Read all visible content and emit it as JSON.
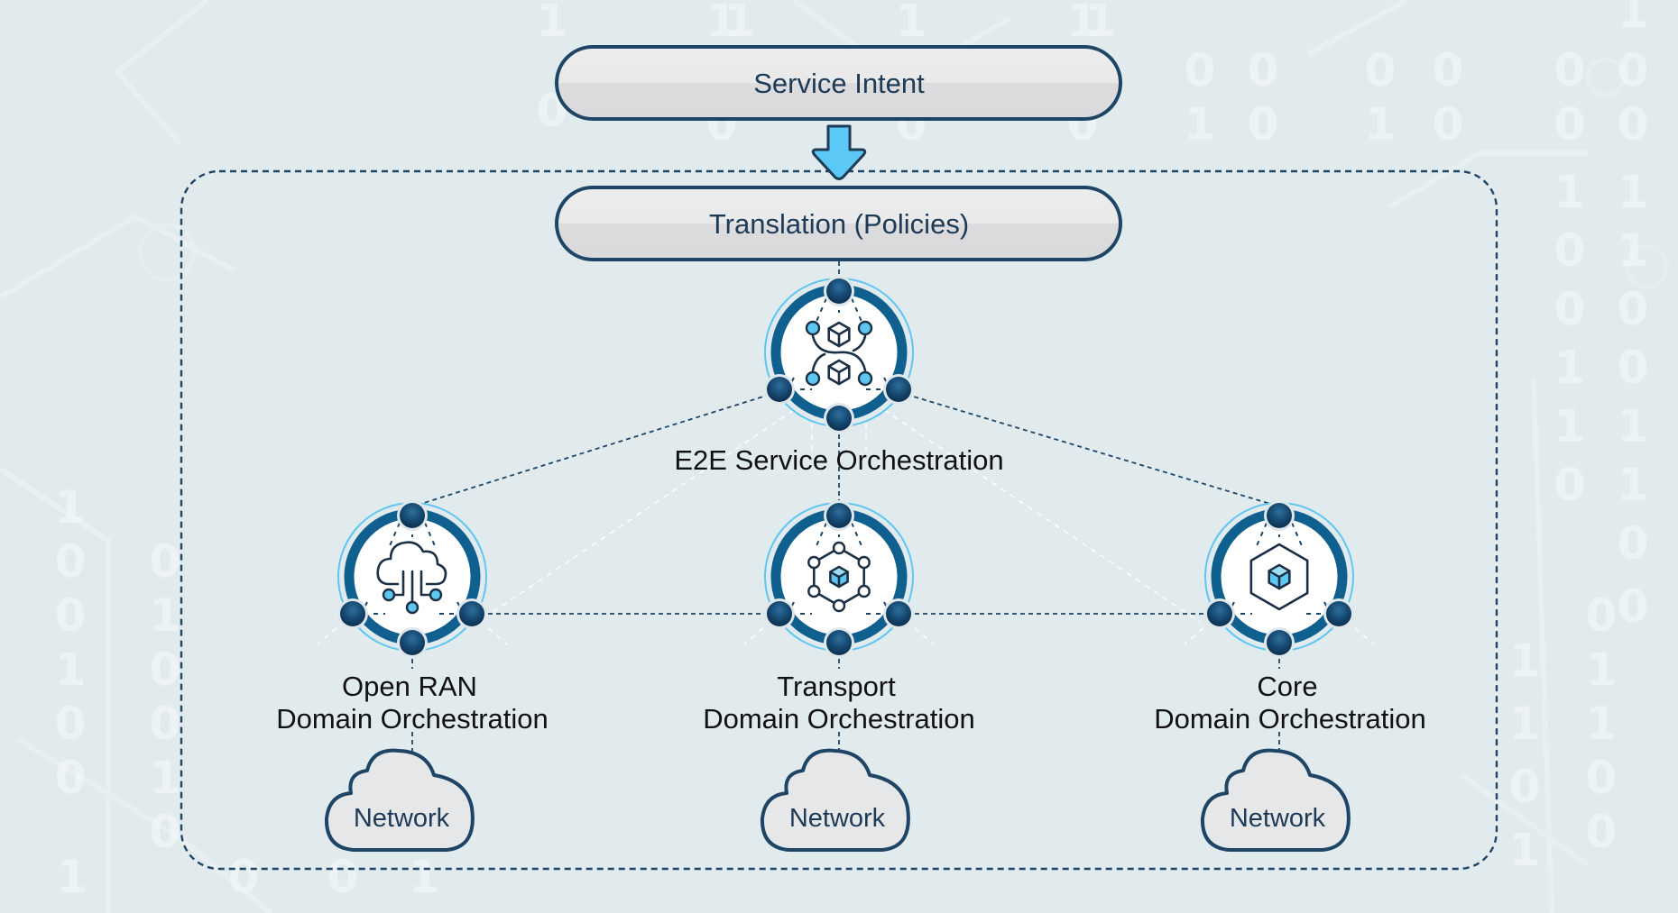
{
  "diagram": {
    "title": "Service Intent to Domain Orchestration architecture",
    "colors": {
      "background": "#e1eaed",
      "navy": "#1f4566",
      "ring": "#10608f",
      "accent_light_blue": "#5fc6f2",
      "pill_fill_top": "#ebebeb",
      "pill_fill_bottom": "#dcdcde"
    },
    "top": {
      "service_intent": {
        "label": "Service Intent",
        "icon": "down-arrow-icon"
      },
      "translation": {
        "label": "Translation (Policies)"
      }
    },
    "e2e": {
      "label": "E2E Service Orchestration",
      "icon": "orchestration-cubes-icon"
    },
    "domains": [
      {
        "id": "open-ran",
        "line1": "Open RAN",
        "line2": "Domain Orchestration",
        "icon": "cloud-circuit-icon",
        "network_label": "Network"
      },
      {
        "id": "transport",
        "line1": "Transport",
        "line2": "Domain Orchestration",
        "icon": "hexagon-network-cube-icon",
        "network_label": "Network"
      },
      {
        "id": "core",
        "line1": "Core",
        "line2": "Domain Orchestration",
        "icon": "hexagon-cube-icon",
        "network_label": "Network"
      }
    ],
    "edges": [
      {
        "from": "translation",
        "to": "e2e"
      },
      {
        "from": "e2e",
        "to": "open-ran"
      },
      {
        "from": "e2e",
        "to": "transport"
      },
      {
        "from": "e2e",
        "to": "core"
      },
      {
        "from": "open-ran",
        "to": "transport"
      },
      {
        "from": "transport",
        "to": "core"
      },
      {
        "from": "open-ran",
        "to": "open-ran-network"
      },
      {
        "from": "transport",
        "to": "transport-network"
      },
      {
        "from": "core",
        "to": "core-network"
      }
    ]
  }
}
